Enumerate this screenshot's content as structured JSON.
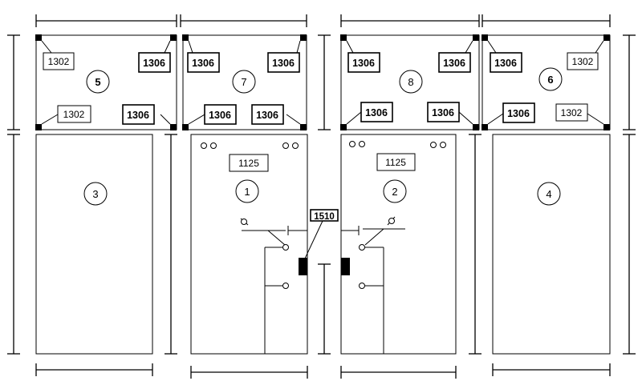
{
  "panels": {
    "p5": {
      "number": "5",
      "tags": {
        "tl": "1302",
        "tr": "1306",
        "bl": "1302",
        "br": "1306"
      }
    },
    "p7": {
      "number": "7",
      "tags": {
        "tl": "1306",
        "tr": "1306",
        "bl": "1306",
        "br": "1306"
      }
    },
    "p8": {
      "number": "8",
      "tags": {
        "tl": "1306",
        "tr": "1306",
        "bl": "1306",
        "br": "1306"
      }
    },
    "p6": {
      "number": "6",
      "tags": {
        "tl": "1306",
        "tr": "1302",
        "bl": "1306",
        "br": "1302"
      }
    },
    "p3": {
      "number": "3"
    },
    "p1": {
      "number": "1",
      "tag": "1125"
    },
    "p2": {
      "number": "2",
      "tag": "1125"
    },
    "p4": {
      "number": "4"
    }
  },
  "connector": {
    "label": "1510"
  }
}
